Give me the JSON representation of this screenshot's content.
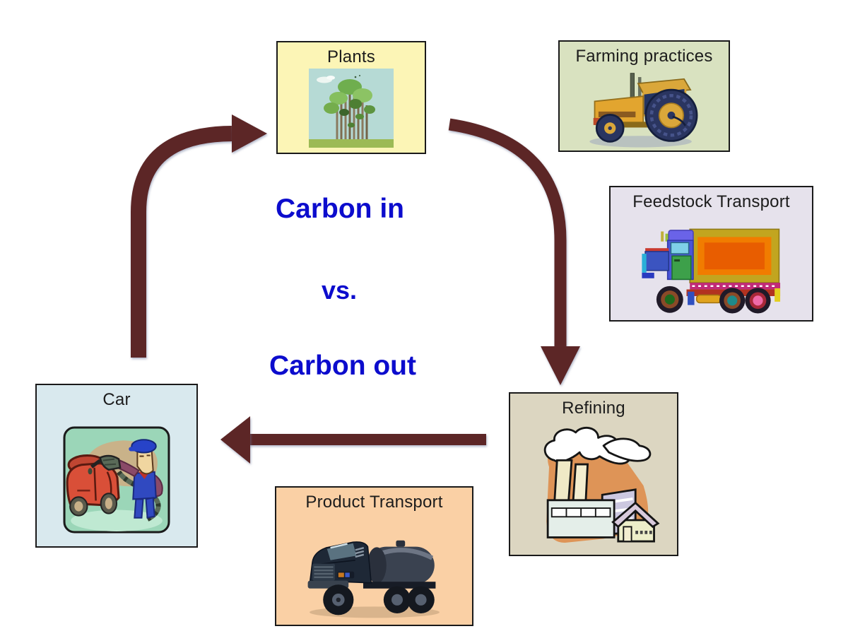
{
  "diagram": {
    "background": "#ffffff",
    "center_text": {
      "line1": "Carbon in",
      "line2": "vs.",
      "line3": "Carbon out",
      "color": "#0c0ccd"
    },
    "nodes": [
      {
        "id": "plants",
        "label": "Plants",
        "bg": "#fcf5b6",
        "illustration": "forest-trees"
      },
      {
        "id": "farming-practices",
        "label": "Farming practices",
        "bg": "#d9e2c0",
        "illustration": "tractor"
      },
      {
        "id": "feedstock-transport",
        "label": "Feedstock Transport",
        "bg": "#e6e2ec",
        "illustration": "cargo-truck"
      },
      {
        "id": "refining",
        "label": "Refining",
        "bg": "#dcd6c1",
        "illustration": "factory-smokestacks"
      },
      {
        "id": "product-transport",
        "label": "Product Transport",
        "bg": "#fad0a5",
        "illustration": "tanker-truck"
      },
      {
        "id": "car",
        "label": "Car",
        "bg": "#d9e9ee",
        "illustration": "car-refueling"
      }
    ],
    "arrows": {
      "color": "#5c2626",
      "flow": [
        {
          "from": "car",
          "to": "plants"
        },
        {
          "from": "plants",
          "to": "refining"
        },
        {
          "from": "refining",
          "to": "car"
        }
      ]
    }
  }
}
